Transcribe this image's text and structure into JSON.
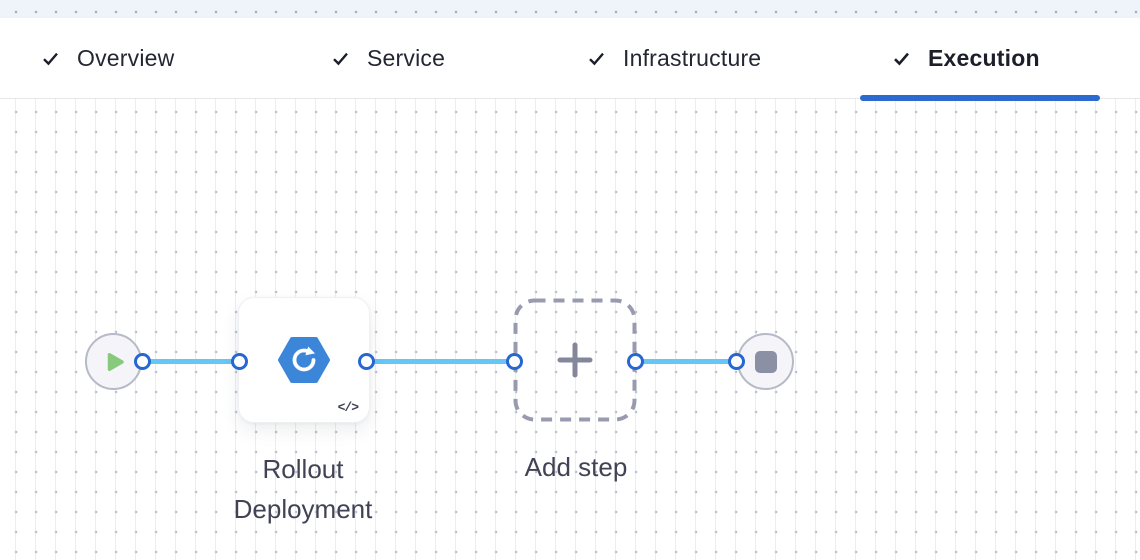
{
  "header": {
    "tabs": [
      {
        "label": "Overview",
        "checked": true,
        "active": false
      },
      {
        "label": "Service",
        "checked": true,
        "active": false
      },
      {
        "label": "Infrastructure",
        "checked": true,
        "active": false
      },
      {
        "label": "Execution",
        "checked": true,
        "active": true
      }
    ]
  },
  "pipeline": {
    "start_node": {
      "icon": "play-icon"
    },
    "steps": [
      {
        "name": "Rollout Deployment",
        "icon": "rollout-deployment-icon",
        "code_badge_glyph": "</>"
      }
    ],
    "add_step": {
      "label": "Add step",
      "icon": "plus-icon"
    },
    "end_node": {
      "icon": "stop-icon"
    }
  },
  "colors": {
    "active_tab_underline": "#2b6bd0",
    "connector_line": "#66c6f5",
    "port_ring": "#2667d1",
    "step_icon_blue": "#3c86d9",
    "play_green": "#87ca7d",
    "stop_gray": "#8b90a4",
    "dashed_node_border": "#989aaf"
  }
}
